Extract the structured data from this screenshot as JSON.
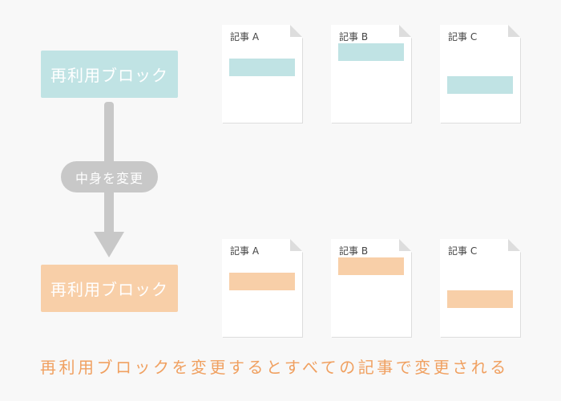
{
  "colors": {
    "background": "#f8f8f8",
    "before_block": "#c0e3e4",
    "after_block": "#f8cfa8",
    "arrow": "#c8c8c8",
    "pill": "#c8c8c8",
    "caption": "#f0a060",
    "doc_fill": "#ffffff",
    "doc_shadow": "#dddddd"
  },
  "before": {
    "block_label": "再利用ブロック",
    "docs": [
      {
        "title": "記事 A",
        "block_offset": 0.42
      },
      {
        "title": "記事 B",
        "block_offset": 0.23
      },
      {
        "title": "記事 C",
        "block_offset": 0.64
      }
    ]
  },
  "change": {
    "label": "中身を変更"
  },
  "after": {
    "block_label": "再利用ブロック",
    "docs": [
      {
        "title": "記事 A",
        "block_offset": 0.42
      },
      {
        "title": "記事 B",
        "block_offset": 0.23
      },
      {
        "title": "記事 C",
        "block_offset": 0.64
      }
    ]
  },
  "caption": "再利用ブロックを変更するとすべての記事で変更される"
}
